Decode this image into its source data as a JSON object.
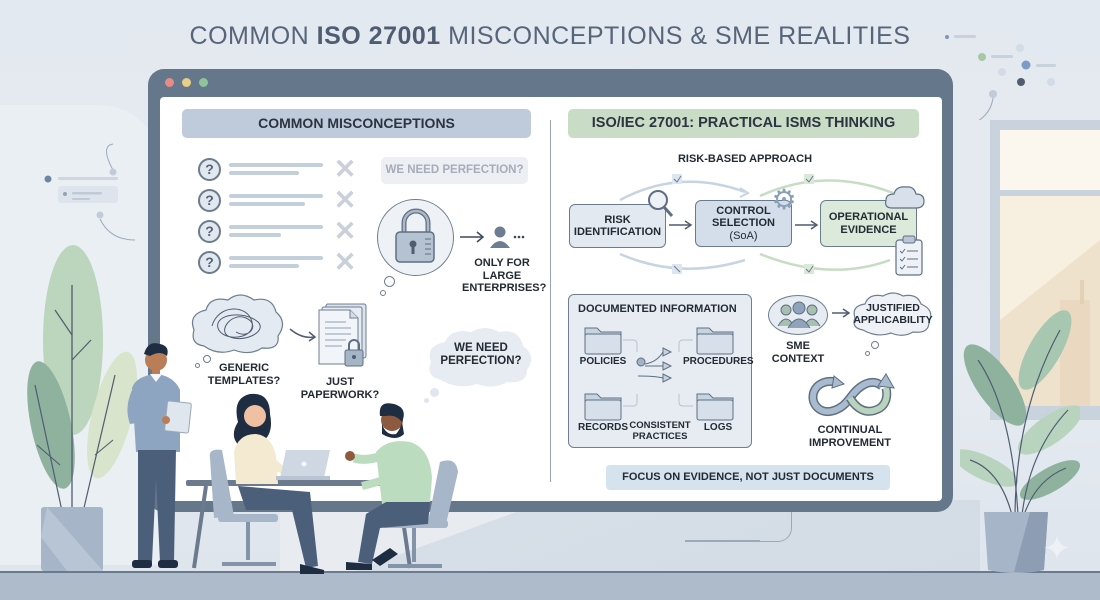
{
  "title": {
    "prefix": "COMMON ",
    "bold": "ISO 27001",
    "suffix": " MISCONCEPTIONS & SME REALITIES"
  },
  "window": {
    "dots": [
      {
        "name": "close",
        "color": "#e68b86"
      },
      {
        "name": "minimize",
        "color": "#e8cf86"
      },
      {
        "name": "maximize",
        "color": "#8fc49a"
      }
    ]
  },
  "left_panel": {
    "header": "COMMON MISCONCEPTIONS",
    "question_icon": "?",
    "x_icon": "✕",
    "list_rows": 4,
    "pill_label": "WE NEED PERFECTION?",
    "large_enterprise": {
      "line1": "ONLY FOR",
      "line2": "LARGE",
      "line3": "ENTERPRISES?"
    },
    "generic_templates": {
      "line1": "GENERIC",
      "line2": "TEMPLATES?"
    },
    "paperwork": {
      "line1": "JUST",
      "line2": "PAPERWORK?"
    },
    "perfection_cloud": {
      "line1": "WE NEED",
      "line2": "PERFECTION?"
    }
  },
  "right_panel": {
    "header": "ISO/IEC 27001: PRACTICAL ISMS THINKING",
    "subheader": "RISK-BASED APPROACH",
    "flow": [
      {
        "line1": "RISK",
        "line2": "IDENTIFICATION",
        "line3": ""
      },
      {
        "line1": "CONTROL",
        "line2": "SELECTION",
        "line3": "(SoA)"
      },
      {
        "line1": "OPERATIONAL",
        "line2": "EVIDENCE",
        "line3": ""
      }
    ],
    "documented": {
      "title": "DOCUMENTED INFORMATION",
      "folders": [
        "POLICIES",
        "PROCEDURES",
        "RECORDS",
        "LOGS"
      ],
      "center_line1": "CONSISTENT",
      "center_line2": "PRACTICES"
    },
    "sme_context": {
      "line1": "SME",
      "line2": "CONTEXT"
    },
    "justified": {
      "line1": "JUSTIFIED",
      "line2": "APPLICABILITY"
    },
    "continual": {
      "line1": "CONTINUAL",
      "line2": "IMPROVEMENT"
    },
    "focus": "FOCUS ON EVIDENCE, NOT JUST DOCUMENTS"
  },
  "colors": {
    "monitor_frame": "#65778b",
    "left_header_bg": "#bfcbdb",
    "right_header_bg": "#c9dcc6",
    "plant_green": "#9dbfa3",
    "plant_dark": "#7aa08c",
    "floor": "#adbbcb"
  }
}
